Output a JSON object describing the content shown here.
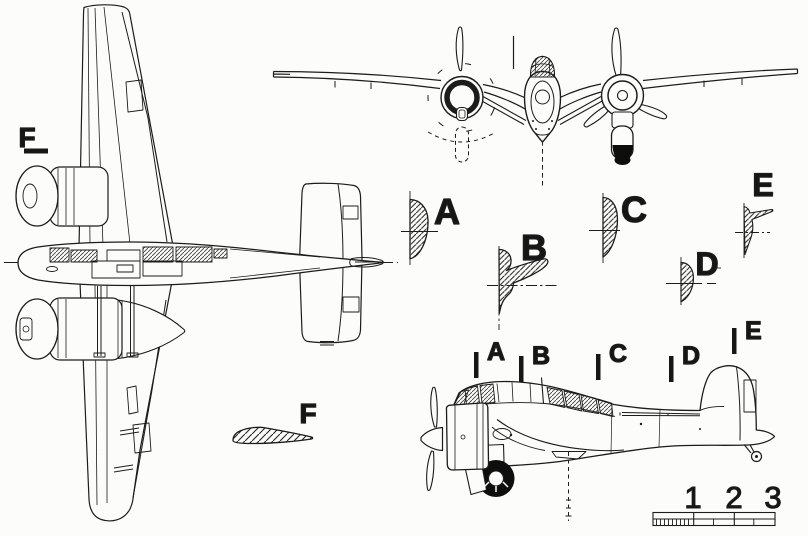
{
  "figure": {
    "paper_color": "#fcfcfa",
    "ink_color": "#1c1c1c",
    "tire_color": "#0e0e0e"
  },
  "plan_view": {
    "section_cut_label": "F"
  },
  "airfoil_f": {
    "label": "F"
  },
  "cross_sections": [
    {
      "label": "A"
    },
    {
      "label": "B"
    },
    {
      "label": "C"
    },
    {
      "label": "D"
    },
    {
      "label": "E"
    }
  ],
  "side_markers": [
    {
      "label": "A"
    },
    {
      "label": "B"
    },
    {
      "label": "C"
    },
    {
      "label": "D"
    },
    {
      "label": "E"
    }
  ],
  "scale_bar": {
    "labels": [
      "1",
      "2",
      "3"
    ]
  }
}
